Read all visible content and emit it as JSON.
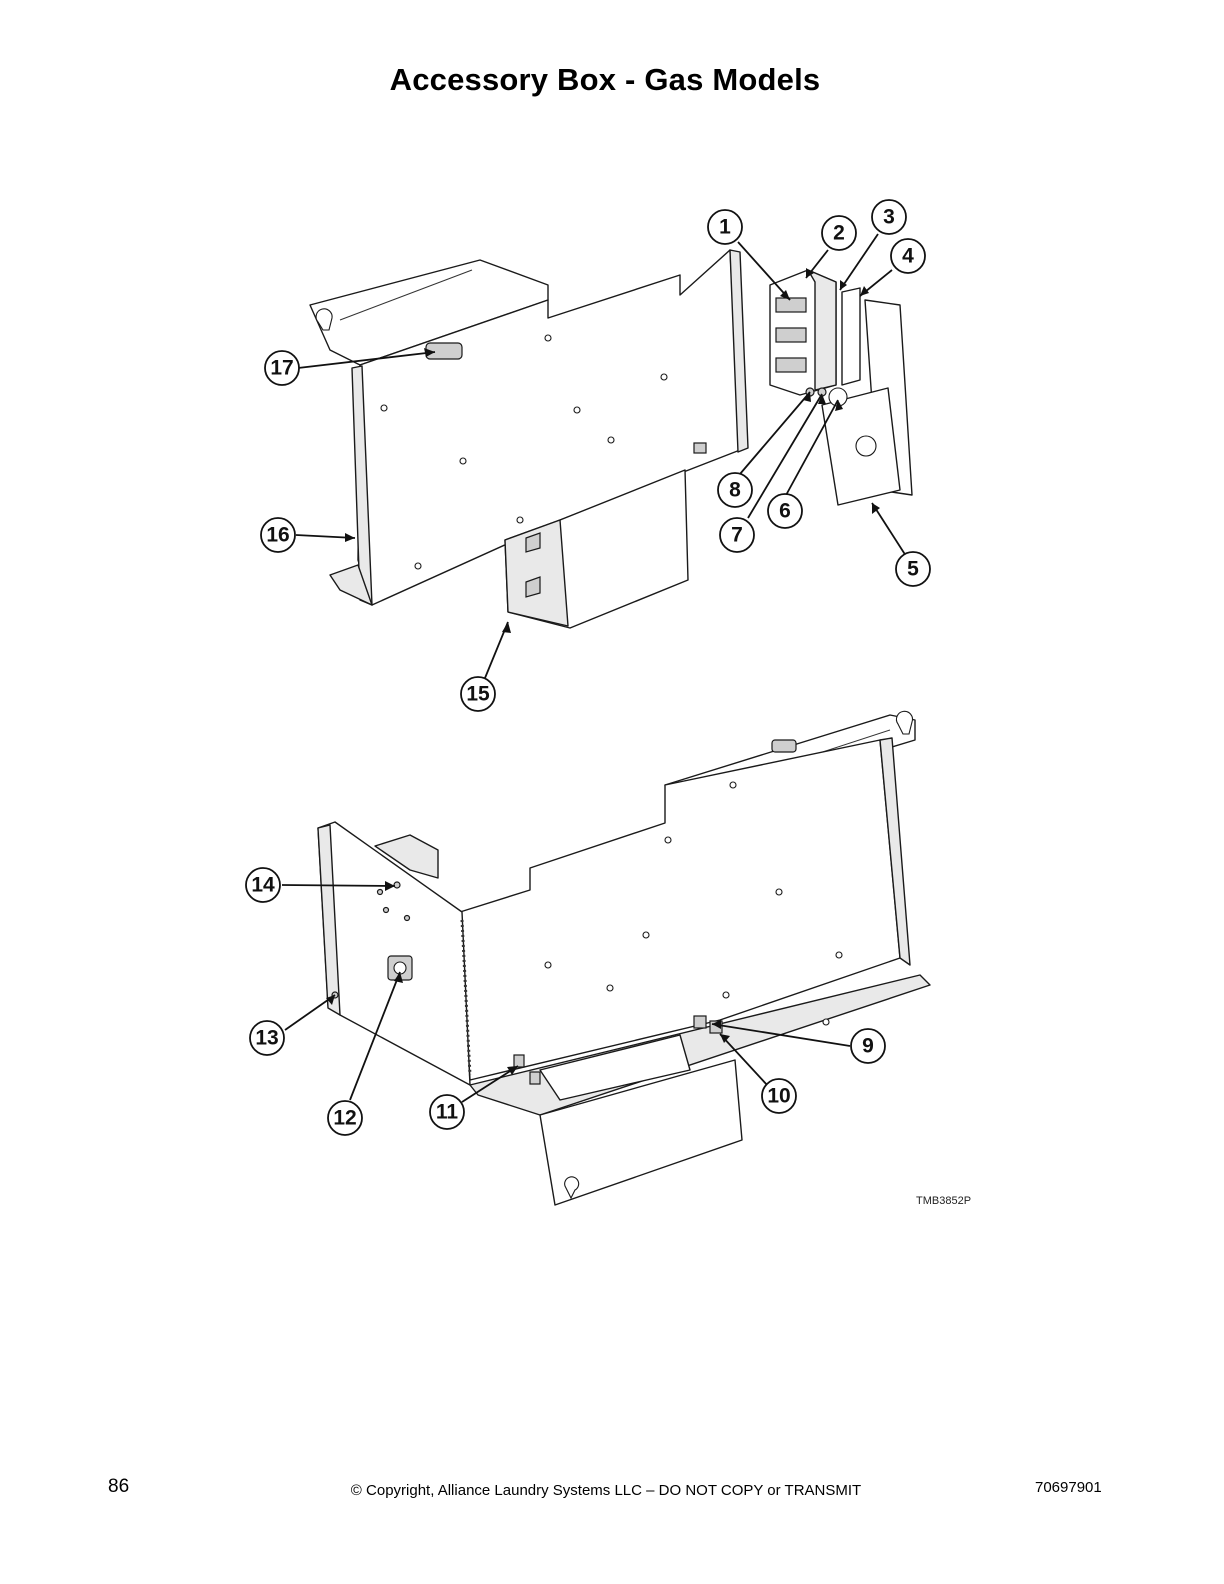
{
  "page": {
    "title": "Accessory Box - Gas Models",
    "figure_code": "TMB3852P",
    "page_number": "86",
    "copyright": "© Copyright, Alliance Laundry Systems LLC – DO NOT COPY or TRANSMIT",
    "document_number": "70697901"
  },
  "callouts": [
    "1",
    "2",
    "3",
    "4",
    "5",
    "6",
    "7",
    "8",
    "9",
    "10",
    "11",
    "12",
    "13",
    "14",
    "15",
    "16",
    "17"
  ]
}
